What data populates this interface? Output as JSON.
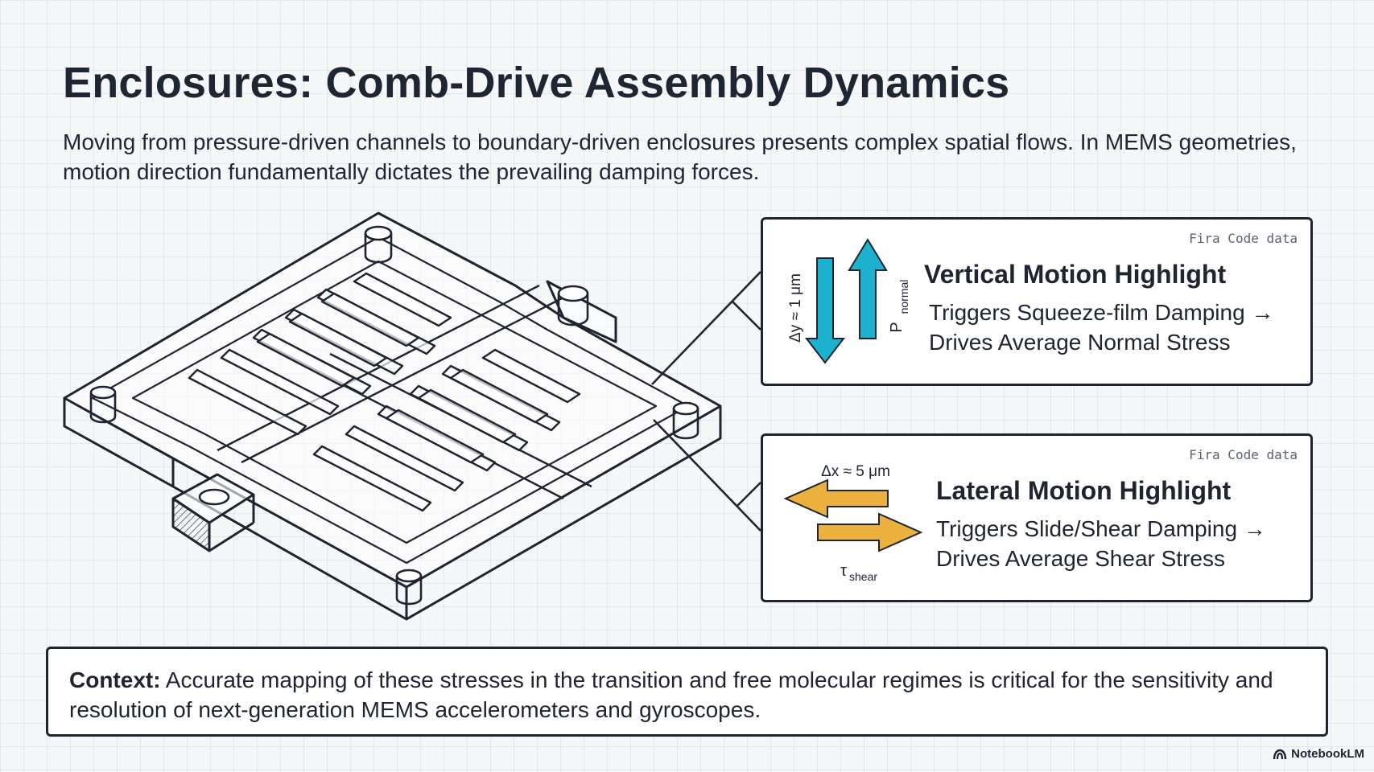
{
  "header": {
    "title": "Enclosures: Comb-Drive Assembly Dynamics",
    "subtitle": "Moving from pressure-driven channels to boundary-driven enclosures presents complex spatial flows. In MEMS geometries, motion direction fundamentally dictates the prevailing damping forces."
  },
  "cards": {
    "vertical": {
      "tag": "Fira Code data",
      "title": "Vertical Motion Highlight",
      "line1": "Triggers Squeeze-film Damping →",
      "line2": "Drives Average Normal Stress",
      "displacement_label": "Δy ≈ 1 μm",
      "stress_symbol": "P",
      "stress_subscript": "normal",
      "arrow_color": "#1eb1cf"
    },
    "lateral": {
      "tag": "Fira Code data",
      "title": "Lateral Motion Highlight",
      "line1": "Triggers Slide/Shear Damping →",
      "line2": "Drives Average Shear Stress",
      "displacement_label": "Δx ≈ 5 μm",
      "stress_symbol": "τ",
      "stress_subscript": "shear",
      "arrow_color": "#ecb03c"
    }
  },
  "context": {
    "label": "Context:",
    "text": " Accurate mapping of these stresses in the transition and free molecular regimes is critical for the sensitivity and resolution of next-generation MEMS accelerometers and gyroscopes."
  },
  "footer": {
    "brand": "NotebookLM",
    "icon": "notebooklm-logo-icon"
  },
  "colors": {
    "ink": "#1e2430",
    "grid": "#aab6c3",
    "background": "#f5f7f9"
  }
}
